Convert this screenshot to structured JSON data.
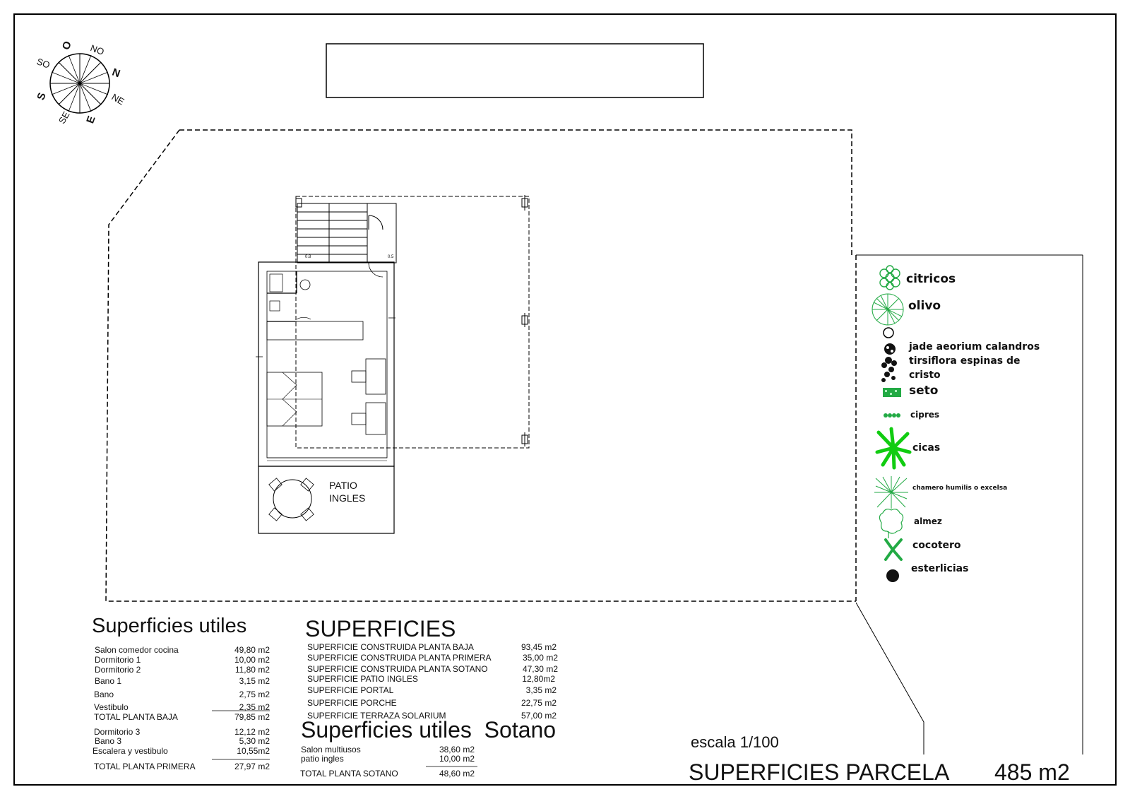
{
  "compass": {
    "labels": {
      "o": "O",
      "no": "NO",
      "n": "N",
      "ne": "NE",
      "e": "E",
      "se": "SE",
      "s": "S",
      "so": "SO"
    }
  },
  "plan": {
    "patio_label_1": "PATIO",
    "patio_label_2": "INGLES",
    "dim_small_1": "0.8",
    "dim_small_2": "0.5"
  },
  "legend": [
    {
      "label": "citricos",
      "icon": "citricos-icon",
      "color": "#22aa44"
    },
    {
      "label": "olivo",
      "icon": "olivo-icon",
      "color": "#22aa44"
    },
    {
      "label": "jade aeorium calandros",
      "icon": "jade-icon",
      "color": "#111111"
    },
    {
      "label": "tirsiflora espinas de",
      "icon": "tirsiflora-icon",
      "color": "#111111"
    },
    {
      "label": "cristo",
      "icon": "",
      "color": "#111111"
    },
    {
      "label": "seto",
      "icon": "seto-icon",
      "color": "#22aa44"
    },
    {
      "label": "cipres",
      "icon": "cipres-icon",
      "color": "#22aa44"
    },
    {
      "label": "cicas",
      "icon": "cicas-icon",
      "color": "#11cc11"
    },
    {
      "label": "chamero humilis o excelsa",
      "icon": "chamero-icon",
      "color": "#22aa44"
    },
    {
      "label": "almez",
      "icon": "almez-icon",
      "color": "#22aa44"
    },
    {
      "label": "cocotero",
      "icon": "cocotero-icon",
      "color": "#22aa44"
    },
    {
      "label": "esterlicias",
      "icon": "esterlicias-icon",
      "color": "#111111"
    }
  ],
  "utiles": {
    "title": "Superficies utiles",
    "rows": [
      {
        "label": "Salon comedor cocina",
        "value": "49,80 m2"
      },
      {
        "label": "Dormitorio 1",
        "value": "10,00 m2"
      },
      {
        "label": "Dormitorio 2",
        "value": "11,80 m2"
      },
      {
        "label": "Bano 1",
        "value": "3,15 m2"
      },
      {
        "label": "Bano",
        "value": "2,75 m2"
      },
      {
        "label": "Vestibulo",
        "value": "2,35 m2"
      },
      {
        "label": "TOTAL PLANTA BAJA",
        "value": "79,85 m2"
      },
      {
        "label": "Dormitorio 3",
        "value": "12,12 m2"
      },
      {
        "label": "Bano  3",
        "value": "5,30 m2"
      },
      {
        "label": "Escalera y vestibulo",
        "value": "10,55m2"
      },
      {
        "label": "TOTAL PLANTA PRIMERA",
        "value": "27,97 m2"
      }
    ]
  },
  "superficies": {
    "title": "SUPERFICIES",
    "rows": [
      {
        "label": "SUPERFICIE CONSTRUIDA PLANTA BAJA",
        "value": "93,45 m2"
      },
      {
        "label": "SUPERFICIE CONSTRUIDA PLANTA PRIMERA",
        "value": "35,00 m2"
      },
      {
        "label": "SUPERFICIE CONSTRUIDA PLANTA SOTANO",
        "value": "47,30 m2"
      },
      {
        "label": "SUPERFICIE PATIO INGLES",
        "value": "12,80m2"
      },
      {
        "label": "SUPERFICIE PORTAL",
        "value": "3,35 m2"
      },
      {
        "label": "SUPERFICIE PORCHE",
        "value": "22,75 m2"
      },
      {
        "label": "SUPERFICIE TERRAZA SOLARIUM",
        "value": "57,00 m2"
      }
    ]
  },
  "sotano": {
    "title": "Superficies utiles  Sotano",
    "rows": [
      {
        "label": "Salon multiusos",
        "value": "38,60 m2"
      },
      {
        "label": "patio ingles",
        "value": "10,00 m2"
      },
      {
        "label": "TOTAL PLANTA SOTANO",
        "value": "48,60 m2"
      }
    ]
  },
  "scale": "escala 1/100",
  "parcela": {
    "label": "SUPERFICIES PARCELA",
    "value": "485 m2"
  }
}
